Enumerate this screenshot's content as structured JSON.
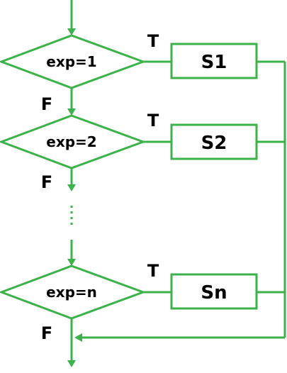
{
  "colors": {
    "stroke": "#3bb24a",
    "text": "#000000",
    "background": "#ffffff"
  },
  "branches": [
    {
      "condition": "exp=1",
      "statement": "S1",
      "true_label": "T",
      "false_label": "F"
    },
    {
      "condition": "exp=2",
      "statement": "S2",
      "true_label": "T",
      "false_label": "F"
    },
    {
      "condition": "exp=n",
      "statement": "Sn",
      "true_label": "T",
      "false_label": "F"
    }
  ],
  "ellipsis": "⋮"
}
